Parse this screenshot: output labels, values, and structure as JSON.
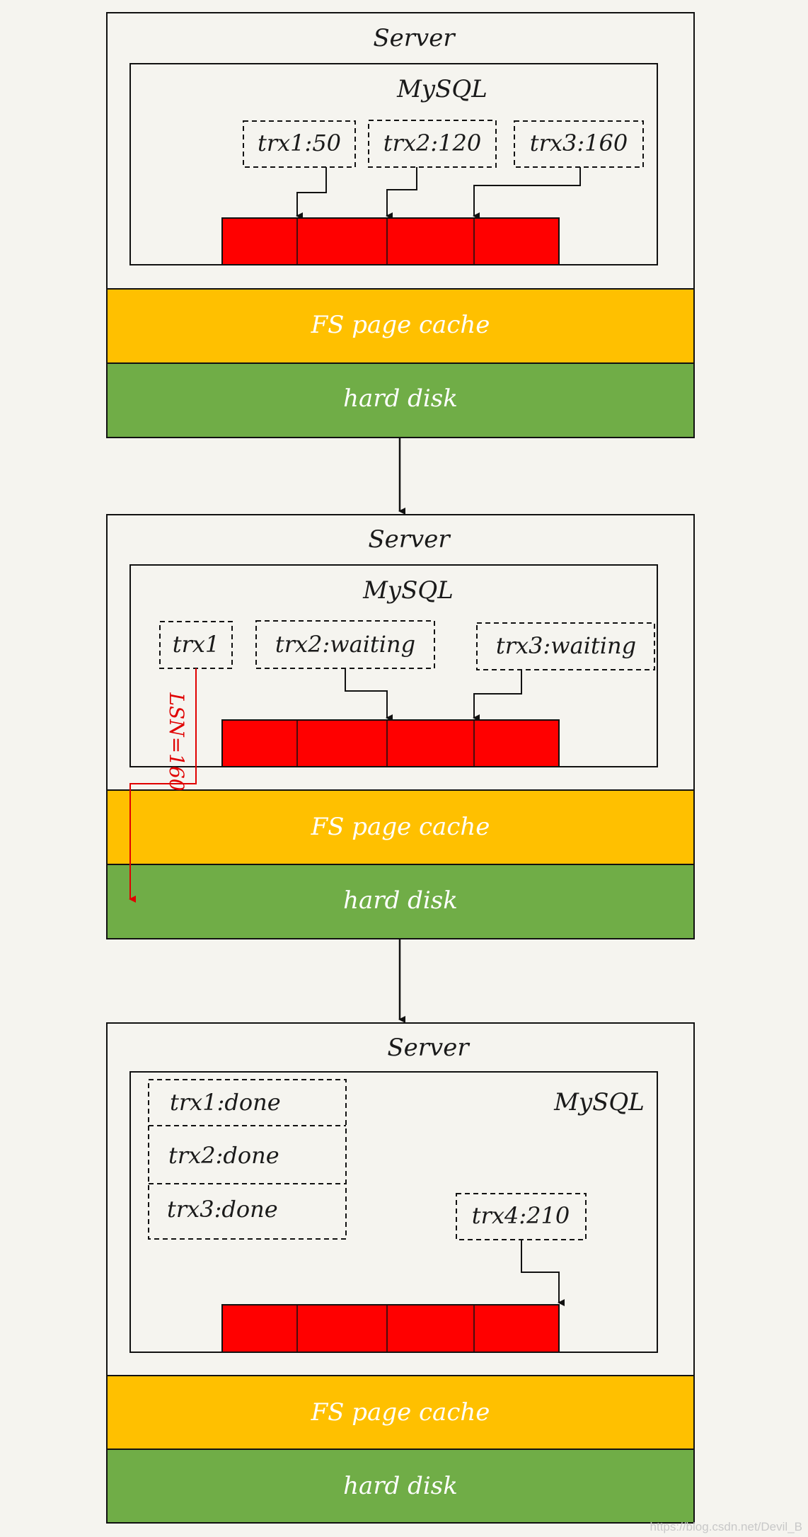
{
  "panels": [
    {
      "server_label": "Server",
      "mysql_label": "MySQL",
      "fs_label": "FS page cache",
      "disk_label": "hard disk",
      "transactions": [
        "trx1:50",
        "trx2:120",
        "trx3:160"
      ]
    },
    {
      "server_label": "Server",
      "mysql_label": "MySQL",
      "fs_label": "FS page cache",
      "disk_label": "hard disk",
      "transactions": [
        "trx1",
        "trx2:waiting",
        "trx3:waiting"
      ],
      "lsn_label": "LSN=160"
    },
    {
      "server_label": "Server",
      "mysql_label": "MySQL",
      "fs_label": "FS page cache",
      "disk_label": "hard disk",
      "done_list": [
        "trx1:done",
        "trx2:done",
        "trx3:done"
      ],
      "transactions": [
        "trx4:210"
      ]
    }
  ],
  "watermark": "https://blog.csdn.net/Devil_B",
  "colors": {
    "background": "#f5f4ef",
    "log_buffer": "#ff0000",
    "fs_cache": "#ffc000",
    "disk": "#70ad47",
    "lsn_arrow": "#e00000"
  }
}
